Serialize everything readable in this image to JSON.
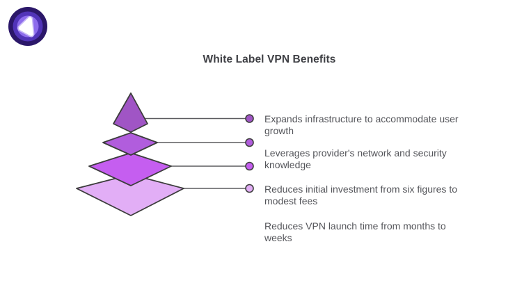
{
  "title": "White Label VPN Benefits",
  "logo": {
    "name": "purevpn-logo",
    "colors": {
      "outer_ring": "#2b1769",
      "mid_ring": "#5134b8",
      "inner_ring": "#8d6cec",
      "pale_ring": "#c6b7f6",
      "center_shape": "#ffffff"
    }
  },
  "pyramid": {
    "outline_color": "#3d3d3d",
    "connector_color": "#5b5b5f",
    "layers": [
      {
        "name": "level-1-top",
        "color": "#a055c5"
      },
      {
        "name": "level-2",
        "color": "#b15ddd"
      },
      {
        "name": "level-3",
        "color": "#c55ef0"
      },
      {
        "name": "level-4-bottom",
        "color": "#e2aef6"
      }
    ]
  },
  "items": [
    {
      "text": [
        "Expands infrastructure to accommodate user",
        "growth"
      ]
    },
    {
      "text": [
        "Leverages provider's network and security",
        "knowledge"
      ]
    },
    {
      "text": [
        "Reduces initial investment from six figures to",
        "modest fees"
      ]
    },
    {
      "text": [
        "Reduces VPN launch time from months to",
        "weeks"
      ]
    }
  ]
}
